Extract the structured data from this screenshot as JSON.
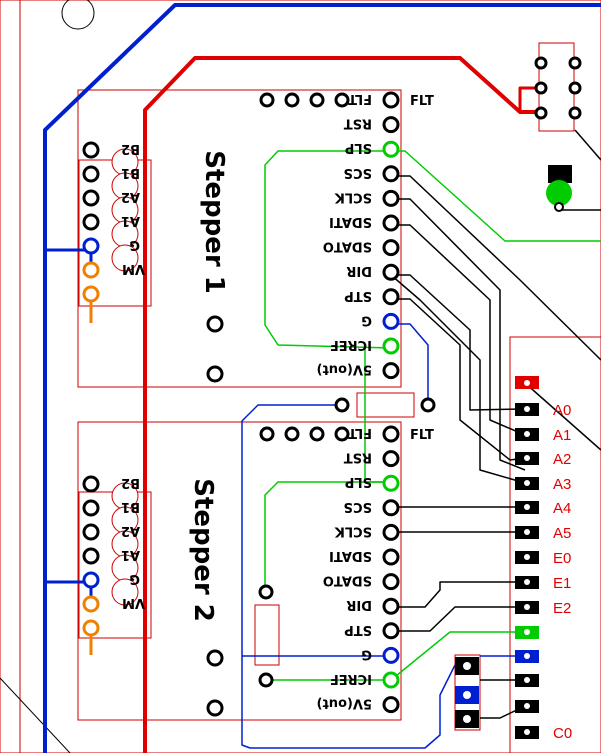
{
  "modules": [
    {
      "title": "Stepper 1",
      "right_pins": [
        "FLT",
        "RST",
        "SLP",
        "SCS",
        "SCLK",
        "SDATI",
        "SDATO",
        "DIR",
        "STP",
        "G",
        "ICREF",
        "5V(out)"
      ],
      "left_pins": [
        "B2",
        "B1",
        "A2",
        "A1",
        "G",
        "VM"
      ]
    },
    {
      "title": "Stepper 2",
      "right_pins": [
        "FLT",
        "RST",
        "SLP",
        "SCS",
        "SCLK",
        "SDATI",
        "SDATO",
        "DIR",
        "STP",
        "G",
        "ICREF",
        "5V(out)"
      ],
      "left_pins": [
        "B2",
        "B1",
        "A2",
        "A1",
        "G",
        "VM"
      ]
    }
  ],
  "header_labels": [
    "A0",
    "A1",
    "A2",
    "A3",
    "A4",
    "A5",
    "E0",
    "E1",
    "E2",
    "C0"
  ],
  "colors": {
    "power": "#e00000",
    "ground": "#0020d0",
    "logic": "#00cc00",
    "motor_power": "#f08000",
    "signal": "#000000",
    "outline": "#cc0000"
  }
}
